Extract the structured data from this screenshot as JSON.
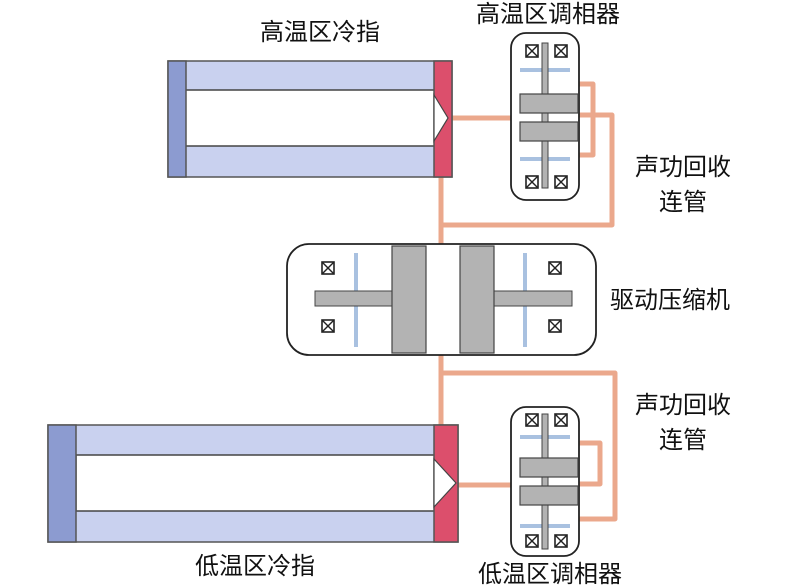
{
  "labels": {
    "high_cold_finger": "高温区冷指",
    "high_phase_shifter": "高温区调相器",
    "acoustic_tube_top_line1": "声功回收",
    "acoustic_tube_top_line2": "连管",
    "compressor": "驱动压缩机",
    "acoustic_tube_bottom_line1": "声功回收",
    "acoustic_tube_bottom_line2": "连管",
    "low_cold_finger": "低温区冷指",
    "low_phase_shifter": "低温区调相器"
  },
  "colors": {
    "tube_fill": "#c9d1ef",
    "tube_stroke": "#555555",
    "cap_blue": "#8c9bd0",
    "cap_red": "#dc4f6c",
    "pipe": "#eba88c",
    "gray_part": "#b3b3b3",
    "spring_blue": "#a9c1e0"
  }
}
